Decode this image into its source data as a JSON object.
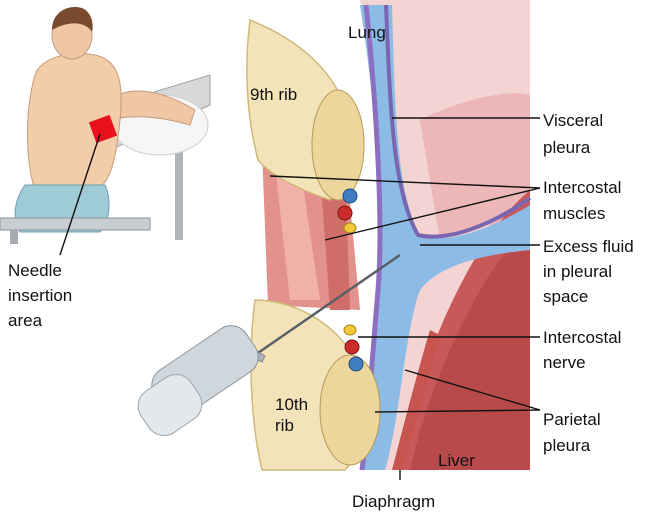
{
  "labels": {
    "lung": "Lung",
    "rib9": "9th rib",
    "rib10_line1": "10th",
    "rib10_line2": "rib",
    "liver": "Liver",
    "diaphragm": "Diaphragm",
    "visceral_pleura": [
      "Visceral",
      "pleura"
    ],
    "intercostal_muscles": [
      "Intercostal",
      "muscles"
    ],
    "excess_fluid": [
      "Excess fluid",
      "in pleural",
      "space"
    ],
    "intercostal_nerve": [
      "Intercostal",
      "nerve"
    ],
    "parietal_pleura": [
      "Parietal",
      "pleura"
    ],
    "needle_insertion_area": [
      "Needle",
      "insertion",
      "area"
    ]
  },
  "colors": {
    "lung": "#f4d3d3",
    "lung_deep": "#e9a9ad",
    "rib_bone": "#f2e4b8",
    "muscle": "#e0857f",
    "fluid": "#8cbbe6",
    "visceral_pleura": "#a88fc6",
    "parietal_pleura": "#b59ad1",
    "liver": "#b94a4c",
    "diaphragm": "#c85450",
    "needle_marker": "#e8101a",
    "nerve": "#f2c93a",
    "vein": "#3f7cc2",
    "artery": "#cc2b2b"
  },
  "icons": {
    "syringe": "syringe-icon",
    "patient": "seated-patient-illustration"
  }
}
